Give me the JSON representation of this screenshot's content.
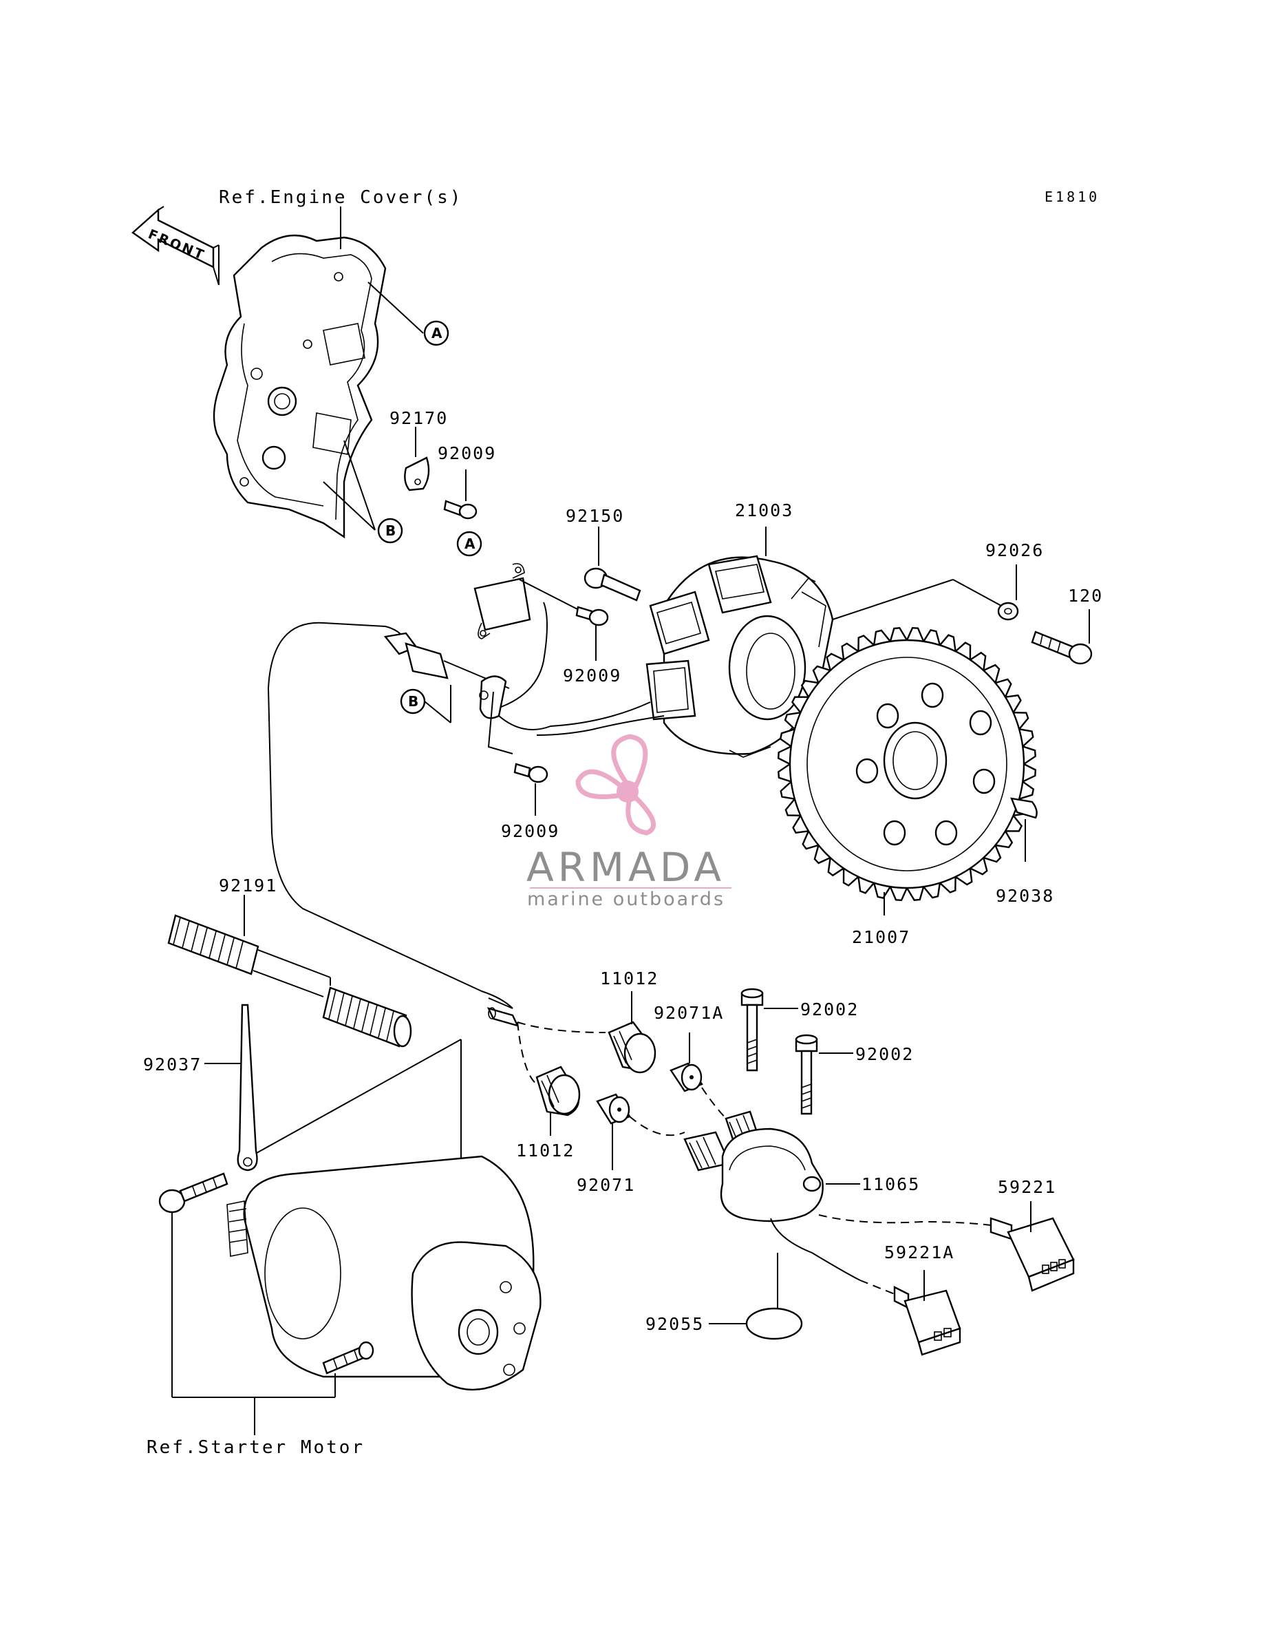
{
  "diagram": {
    "code": "E1810",
    "front_arrow": "FRONT",
    "refs": {
      "engine_cover": "Ref.Engine Cover(s)",
      "starter_motor": "Ref.Starter Motor"
    },
    "callouts": {
      "a": "A",
      "b": "B"
    },
    "parts": [
      "92170",
      "92009",
      "92150",
      "21003",
      "92026",
      "120",
      "92009",
      "92009",
      "21007",
      "92038",
      "92191",
      "11012",
      "92071A",
      "92002",
      "92002",
      "92037",
      "11012",
      "92071",
      "11065",
      "59221",
      "59221A",
      "92055"
    ]
  },
  "watermark": {
    "brand": "ARMADA",
    "tagline": "marine outboards",
    "colors": {
      "pink": "#e9a6c6",
      "gray": "#888888"
    }
  }
}
